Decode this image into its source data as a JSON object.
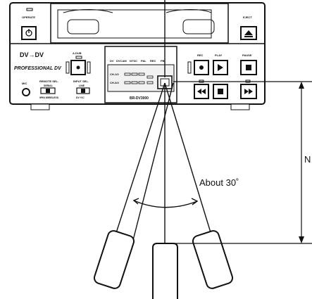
{
  "deck": {
    "operate": "OPERATE",
    "eject": "EJECT",
    "logo_dv": "DV→DV",
    "logo_professional": "PROFESSIONAL DV",
    "a_dub": "A.DUB",
    "mic": "MIC",
    "remote_sel": "REMOTE SEL.",
    "remote_serial": "SERIAL",
    "remote_opts": "9PIN  WIRELESS",
    "input_sel": "INPUT SEL.",
    "input_line": "LINE",
    "input_opts": "DV  Y/C",
    "display_tags": [
      "DV",
      "DVCAM",
      "NTSC",
      "PAL",
      "REC",
      "PB"
    ],
    "ch12": "CH-1/2",
    "ch34": "CH-3/4",
    "model": "BR-DV3000",
    "rec": "REC",
    "play": "PLAY",
    "pause": "PAUSE"
  },
  "annotations": {
    "angle": "About 30˚",
    "distance": "N"
  },
  "colors": {
    "ink": "#111111",
    "panel": "#ffffff",
    "display": "#f2f2f2"
  }
}
